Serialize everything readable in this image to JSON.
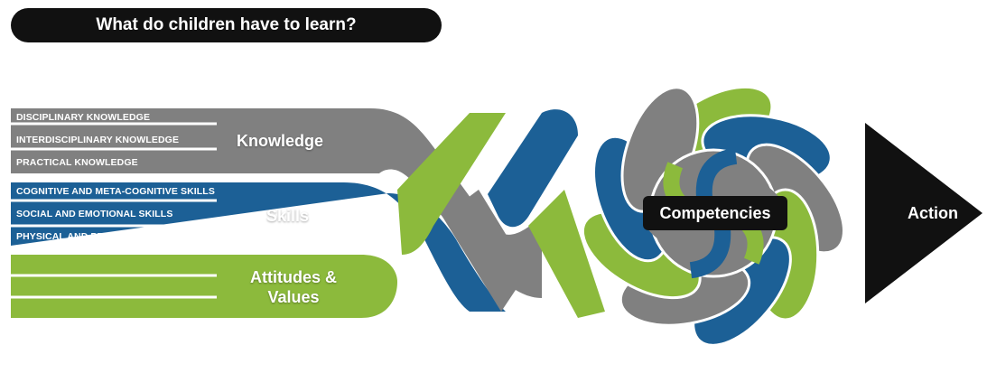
{
  "title": "What do children have to learn?",
  "colors": {
    "knowledge": "#808080",
    "skills": "#1c6096",
    "attitudes": "#8cba3c",
    "dark": "#111111",
    "white": "#ffffff"
  },
  "knowledge": {
    "label": "Knowledge",
    "items": [
      "DISCIPLINARY KNOWLEDGE",
      "INTERDISCIPLINARY KNOWLEDGE",
      "PRACTICAL KNOWLEDGE"
    ]
  },
  "skills": {
    "label": "Skills",
    "items": [
      "COGNITIVE AND META-COGNITIVE SKILLS",
      "SOCIAL AND EMOTIONAL SKILLS",
      "PHYSICAL AND PRACTICAL SKILLS"
    ]
  },
  "attitudes": {
    "label_line1": "Attitudes &",
    "label_line2": "Values"
  },
  "center": {
    "label": "Competencies"
  },
  "action": {
    "label": "Action"
  }
}
